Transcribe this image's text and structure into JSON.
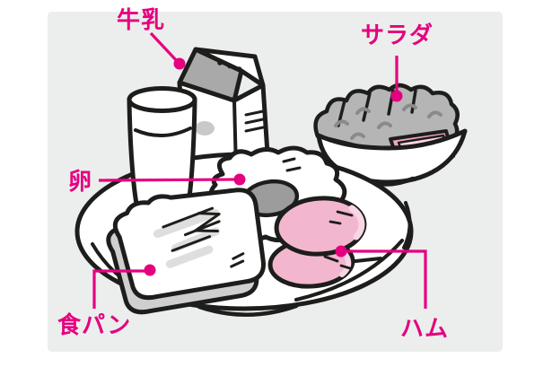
{
  "figure": {
    "description": "breakfast-set-labeled-illustration",
    "accent_color": "#e50080",
    "panel_background": "#ebeeec",
    "outline_color": "#1d1d1b",
    "ham_pink": "#f2b7ce",
    "labels": {
      "milk": "牛乳",
      "salad": "サラダ",
      "egg": "卵",
      "bread": "食パン",
      "ham": "ハム"
    },
    "illustration_items": [
      "milk-carton",
      "milk-glass",
      "salad-bowl",
      "plate",
      "fried-egg",
      "toast",
      "ham-slices"
    ]
  }
}
